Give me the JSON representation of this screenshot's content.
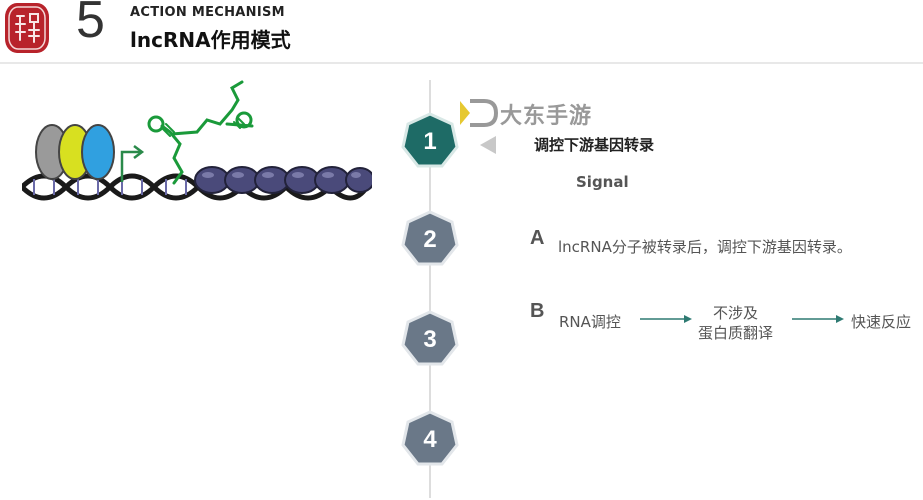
{
  "header": {
    "number": "5",
    "subtitle": "ACTION MECHANISM",
    "title": "lncRNA作用模式"
  },
  "timeline": {
    "steps": [
      {
        "label": "1",
        "active": true
      },
      {
        "label": "2",
        "active": false
      },
      {
        "label": "3",
        "active": false
      },
      {
        "label": "4",
        "active": false
      }
    ]
  },
  "content": {
    "heading": "调控下游基因转录",
    "signal": "Signal",
    "point_a": {
      "letter": "A",
      "text": "lncRNA分子被转录后，调控下游基因转录。"
    },
    "point_b": {
      "letter": "B",
      "item1": "RNA调控",
      "item2_line1": "不涉及",
      "item2_line2": "蛋白质翻译",
      "item3": "快速反应"
    }
  },
  "watermark": {
    "text": "大东手游"
  },
  "colors": {
    "active_step": "#1e6b66",
    "inactive_step": "#6a7888",
    "arrow": "#2e7a72",
    "rna_green": "#1a9a3a",
    "nucleosome": "#4a4a7a"
  },
  "icons": {
    "seal": "seal-logo-icon",
    "pointer": "triangle-left-icon",
    "arrow": "arrow-right-icon",
    "watermark": "watermark-logo-icon"
  }
}
